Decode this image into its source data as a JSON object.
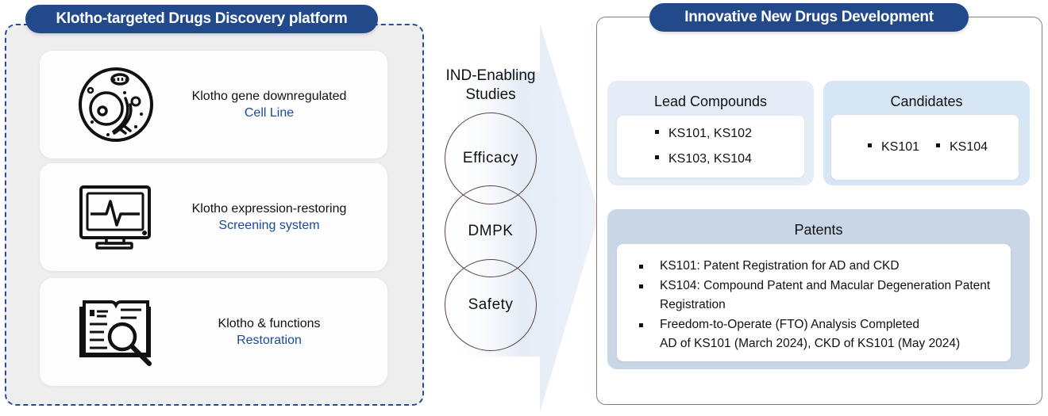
{
  "left": {
    "title": "Klotho-targeted Drugs Discovery platform",
    "cards": [
      {
        "icon": "cell-icon",
        "line1": "Klotho gene downregulated",
        "line2": "Cell Line"
      },
      {
        "icon": "monitor-icon",
        "line1": "Klotho expression-restoring",
        "line2": "Screening system"
      },
      {
        "icon": "book-search-icon",
        "line1": "Klotho & functions",
        "line2": "Restoration"
      }
    ]
  },
  "middle": {
    "title": "IND-Enabling Studies",
    "stages": [
      "Efficacy",
      "DMPK",
      "Safety"
    ]
  },
  "right": {
    "title": "Innovative New Drugs Development",
    "lead": {
      "title": "Lead Compounds",
      "items": [
        "KS101, KS102",
        "KS103, KS104"
      ]
    },
    "candidates": {
      "title": "Candidates",
      "items": [
        "KS101",
        "KS104"
      ]
    },
    "patents": {
      "title": "Patents",
      "items": [
        "KS101: Patent Registration  for AD and CKD",
        "KS104: Compound  Patent and Macular Degeneration  Patent Registration",
        "Freedom-to-Operate  (FTO) Analysis  Completed\nAD of KS101 (March 2024),  CKD of KS101 (May 2024)"
      ]
    }
  },
  "colors": {
    "brand_navy": "#224a8b",
    "accent_blue": "#1a4a99",
    "dashed_border": "#2a4a9a"
  }
}
